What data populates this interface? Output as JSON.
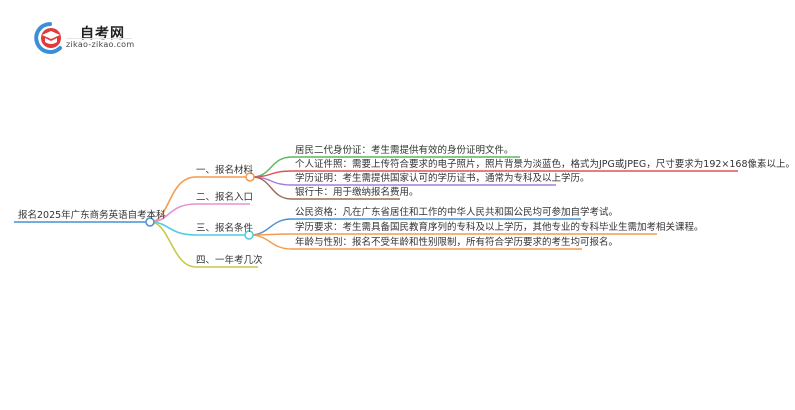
{
  "logo": {
    "title": "自考网",
    "subtitle": "zikao-zikao.com",
    "icon": "graduation-cap-icon",
    "colors": {
      "cap": "#e03a3a",
      "ring": "#3a8fd8"
    }
  },
  "mindmap": {
    "root": {
      "label": "报名2025年广东商务英语自考本科",
      "color": "#4a8fd0"
    },
    "branches": [
      {
        "label": "一、报名材料",
        "color": "#f59a4a",
        "children": [
          {
            "label": "居民二代身份证：考生需提供有效的身份证明文件。",
            "color": "#5cb85c"
          },
          {
            "label": "个人证件照：需要上传符合要求的电子照片，照片背景为淡蓝色，格式为JPG或JPEG，尺寸要求为192×168像素以上。",
            "color": "#e05252"
          },
          {
            "label": "学历证明：考生需提供国家认可的学历证书，通常为专科及以上学历。",
            "color": "#a77dd6"
          },
          {
            "label": "银行卡：用于缴纳报名费用。",
            "color": "#9c6b55"
          }
        ]
      },
      {
        "label": "二、报名入口",
        "color": "#e88fd6",
        "children": []
      },
      {
        "label": "三、报名条件",
        "color": "#4fcbe0",
        "children": [
          {
            "label": "公民资格：凡在广东省居住和工作的中华人民共和国公民均可参加自学考试。",
            "color": "#4a8fd0"
          },
          {
            "label": "学历要求：考生需具备国民教育序列的专科及以上学历，其他专业的专科毕业生需加考相关课程。",
            "color": "#f59a4a"
          },
          {
            "label": "年龄与性别：报名不受年龄和性别限制，所有符合学历要求的考生均可报名。",
            "color": "#f59a4a"
          }
        ]
      },
      {
        "label": "四、一年考几次",
        "color": "#c9c84a",
        "children": []
      }
    ]
  }
}
